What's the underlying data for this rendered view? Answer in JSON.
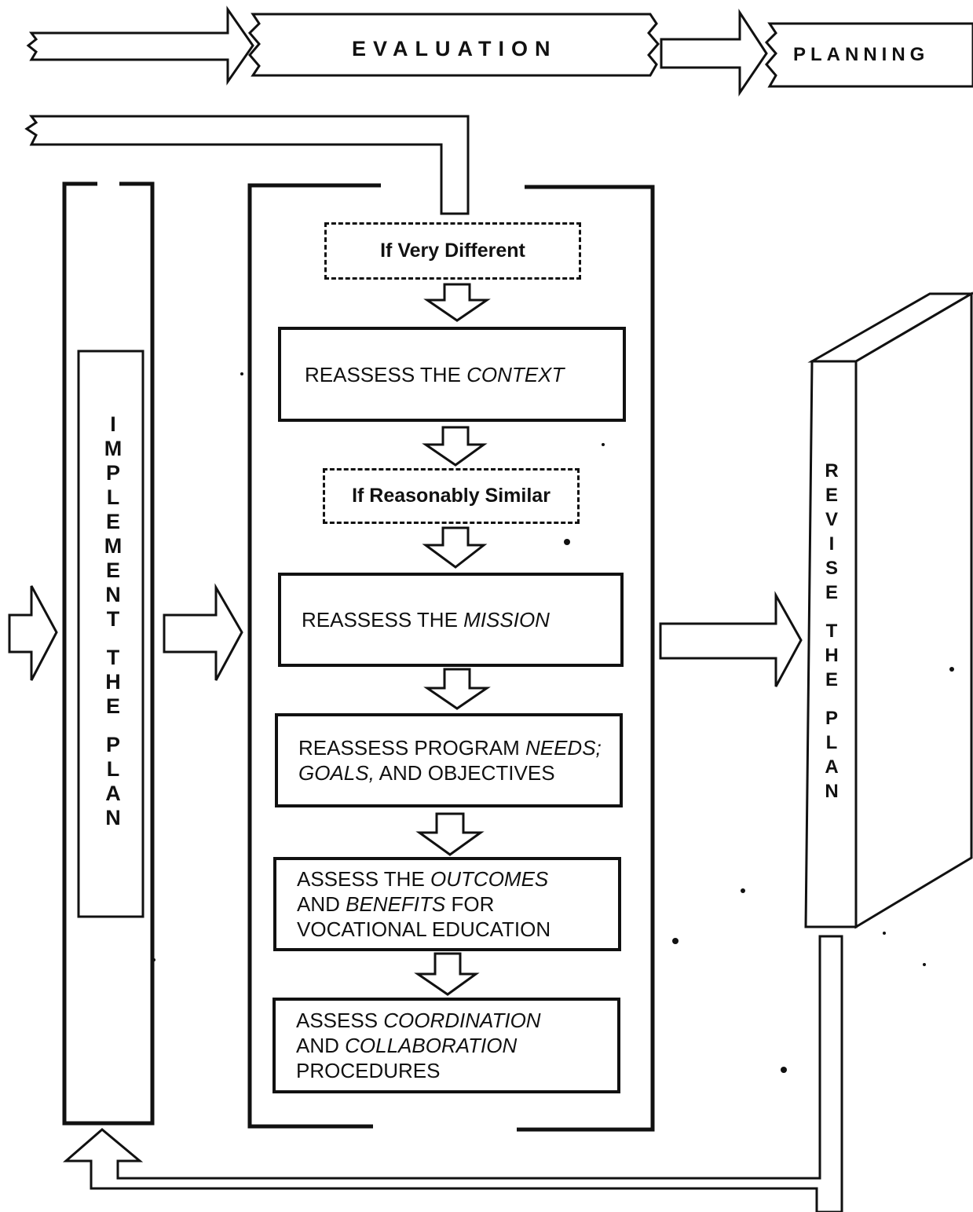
{
  "header": {
    "evaluation": "EVALUATION",
    "planning": "PLANNING"
  },
  "conditions": {
    "very_different": "If Very Different",
    "reasonably_similar": "If Reasonably Similar"
  },
  "steps": {
    "context": {
      "pre": "REASSESS THE ",
      "em": "CONTEXT"
    },
    "mission": {
      "pre": "REASSESS THE ",
      "em": "MISSION"
    },
    "needs": {
      "line1_pre": "REASSESS PROGRAM ",
      "line1_em": "NEEDS;",
      "line2_em": "GOALS,",
      "line2_post": " AND OBJECTIVES"
    },
    "outcomes": {
      "line1_pre": "ASSESS THE ",
      "line1_em": "OUTCOMES",
      "line2_pre": "AND ",
      "line2_em": "BENEFITS",
      "line2_post": " FOR",
      "line3": "VOCATIONAL EDUCATION"
    },
    "coordination": {
      "line1_pre": "ASSESS ",
      "line1_em": "COORDINATION",
      "line2_pre": "AND ",
      "line2_em": "COLLABORATION",
      "line3": "PROCEDURES"
    }
  },
  "implement": {
    "letters": [
      "I",
      "M",
      "P",
      "L",
      "E",
      "M",
      "E",
      "N",
      "T",
      "",
      "T",
      "H",
      "E",
      "",
      "P",
      "L",
      "A",
      "N"
    ]
  },
  "revise": {
    "letters": [
      "R",
      "E",
      "V",
      "I",
      "S",
      "E",
      "",
      "T",
      "H",
      "E",
      "",
      "P",
      "L",
      "A",
      "N"
    ]
  },
  "colors": {
    "ink": "#111111",
    "paper": "#ffffff"
  }
}
